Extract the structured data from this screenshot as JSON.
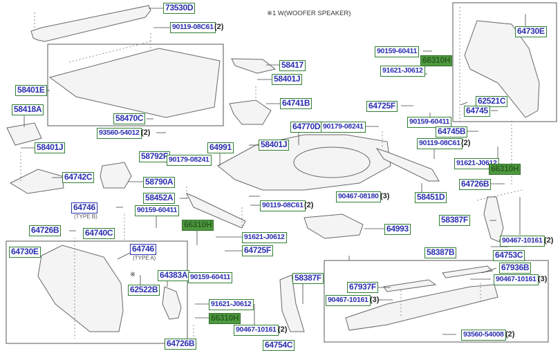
{
  "diagram": {
    "note": "※1 W(WOOFER SPEAKER)",
    "note_mark": "※",
    "parts": [
      {
        "id": "73530D",
        "qty": ""
      },
      {
        "id": "90119-08C61",
        "qty": "(2)"
      },
      {
        "id": "58401E",
        "qty": ""
      },
      {
        "id": "58418A",
        "qty": ""
      },
      {
        "id": "58470C",
        "qty": ""
      },
      {
        "id": "93560-54012",
        "qty": "(2)"
      },
      {
        "id": "58401J",
        "qty": ""
      },
      {
        "id": "58417",
        "qty": ""
      },
      {
        "id": "58401J",
        "qty": ""
      },
      {
        "id": "64741B",
        "qty": ""
      },
      {
        "id": "64770D",
        "qty": ""
      },
      {
        "id": "90179-08241",
        "qty": ""
      },
      {
        "id": "58792F",
        "qty": ""
      },
      {
        "id": "90179-08241",
        "qty": ""
      },
      {
        "id": "64991",
        "qty": ""
      },
      {
        "id": "58401J",
        "qty": ""
      },
      {
        "id": "64742C",
        "qty": ""
      },
      {
        "id": "58790A",
        "qty": ""
      },
      {
        "id": "58452A",
        "qty": ""
      },
      {
        "id": "90159-60411",
        "qty": ""
      },
      {
        "id": "64746",
        "qty": "",
        "sub": "(TYPE B)"
      },
      {
        "id": "64726B",
        "qty": ""
      },
      {
        "id": "64740C",
        "qty": ""
      },
      {
        "id": "66310H",
        "qty": ""
      },
      {
        "id": "90119-08C61",
        "qty": "(2)"
      },
      {
        "id": "90467-08180",
        "qty": "(3)"
      },
      {
        "id": "58451D",
        "qty": ""
      },
      {
        "id": "64993",
        "qty": ""
      },
      {
        "id": "91621-J0612",
        "qty": ""
      },
      {
        "id": "64725F",
        "qty": ""
      },
      {
        "id": "64730E",
        "qty": ""
      },
      {
        "id": "64746",
        "qty": "",
        "sub": "(TYPE A)"
      },
      {
        "id": "64383A",
        "qty": ""
      },
      {
        "id": "90159-60411",
        "qty": ""
      },
      {
        "id": "62522B",
        "qty": ""
      },
      {
        "id": "91621-J0612",
        "qty": ""
      },
      {
        "id": "66310H",
        "qty": ""
      },
      {
        "id": "58387F",
        "qty": ""
      },
      {
        "id": "90467-10161",
        "qty": "(2)"
      },
      {
        "id": "64726B",
        "qty": ""
      },
      {
        "id": "64754C",
        "qty": ""
      },
      {
        "id": "64730E",
        "qty": ""
      },
      {
        "id": "90159-60411",
        "qty": ""
      },
      {
        "id": "66310H",
        "qty": ""
      },
      {
        "id": "91621-J0612",
        "qty": ""
      },
      {
        "id": "64725F",
        "qty": ""
      },
      {
        "id": "62521C",
        "qty": ""
      },
      {
        "id": "64745",
        "qty": ""
      },
      {
        "id": "90159-60411",
        "qty": ""
      },
      {
        "id": "64745B",
        "qty": ""
      },
      {
        "id": "90119-08C61",
        "qty": "(2)"
      },
      {
        "id": "91621-J0612",
        "qty": ""
      },
      {
        "id": "66310H",
        "qty": ""
      },
      {
        "id": "64726B",
        "qty": ""
      },
      {
        "id": "58387F",
        "qty": ""
      },
      {
        "id": "90467-10161",
        "qty": "(2)"
      },
      {
        "id": "64753C",
        "qty": ""
      },
      {
        "id": "58387B",
        "qty": ""
      },
      {
        "id": "67936B",
        "qty": ""
      },
      {
        "id": "90467-10161",
        "qty": "(3)"
      },
      {
        "id": "67937F",
        "qty": ""
      },
      {
        "id": "90467-10161",
        "qty": "(3)"
      },
      {
        "id": "93560-54008",
        "qty": "(2)"
      }
    ]
  }
}
